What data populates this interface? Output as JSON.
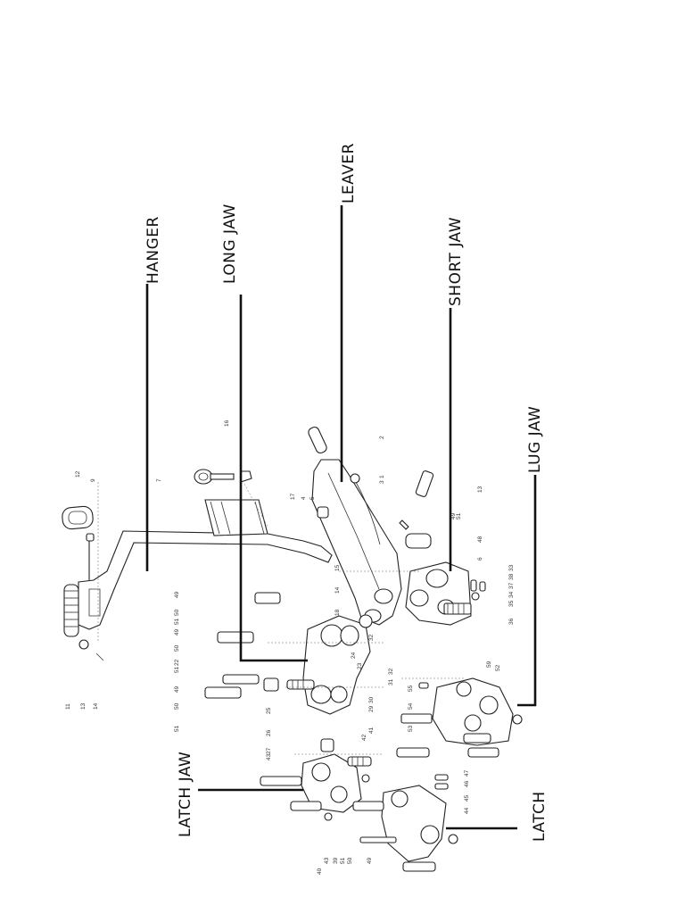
{
  "labels": {
    "hanger": "HANGER",
    "long_jaw": "LONG JAW",
    "leaver": "LEAVER",
    "short_jaw": "SHORT JAW",
    "lug_jaw": "LUG JAW",
    "latch_jaw": "LATCH JAW",
    "latch": "LATCH"
  },
  "part_numbers": [
    "11",
    "13",
    "14",
    "12",
    "9",
    "7",
    "16",
    "17",
    "4",
    "5",
    "2",
    "1",
    "3",
    "13",
    "49",
    "51",
    "48",
    "6",
    "15",
    "14",
    "33",
    "38",
    "37",
    "34",
    "35",
    "36",
    "49",
    "50",
    "51",
    "49",
    "50",
    "22",
    "51",
    "49",
    "50",
    "51",
    "18",
    "32",
    "24",
    "23",
    "31",
    "32",
    "29",
    "30",
    "25",
    "26",
    "27",
    "43",
    "42",
    "41",
    "55",
    "54",
    "53",
    "52",
    "59",
    "46",
    "45",
    "44",
    "47",
    "43",
    "39",
    "51",
    "50",
    "49",
    "40"
  ]
}
